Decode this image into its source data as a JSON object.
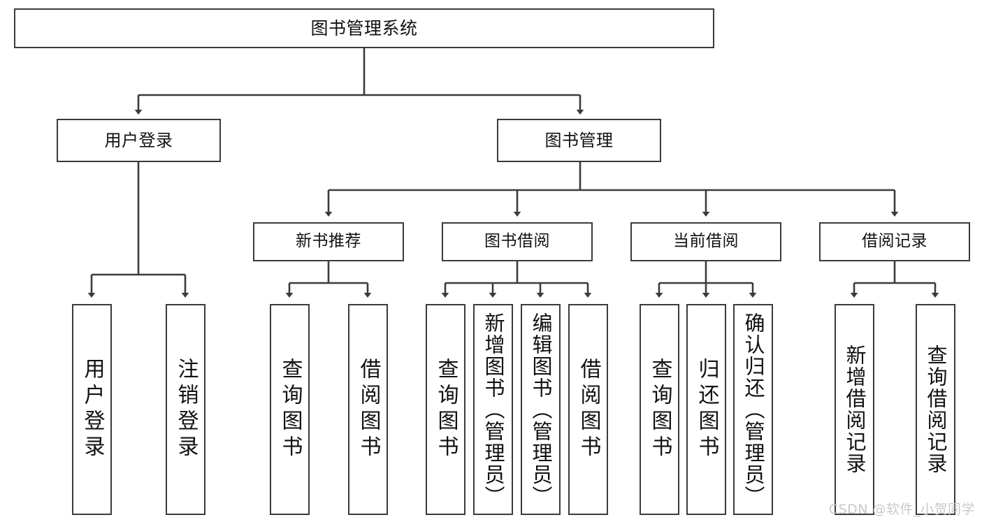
{
  "diagram": {
    "title": "图书管理系统",
    "type": "hierarchy-tree",
    "colors": {
      "background": "#ffffff",
      "box_border": "#3b3b3b",
      "box_fill": "#ffffff",
      "connector": "#3b3b3b",
      "text": "#111111",
      "watermark": "#c9c9c9"
    },
    "root": {
      "label": "图书管理系统"
    },
    "level1": [
      {
        "label": "用户登录"
      },
      {
        "label": "图书管理"
      }
    ],
    "level2": [
      {
        "label": "新书推荐"
      },
      {
        "label": "图书借阅"
      },
      {
        "label": "当前借阅"
      },
      {
        "label": "借阅记录"
      }
    ],
    "leaves": {
      "user_login": [
        {
          "label": "用户登录"
        },
        {
          "label": "注销登录"
        }
      ],
      "new_book_recommend": [
        {
          "label": "查询图书"
        },
        {
          "label": "借阅图书"
        }
      ],
      "book_borrow": [
        {
          "label": "查询图书"
        },
        {
          "label": "新增图书（管理员）"
        },
        {
          "label": "编辑图书（管理员）"
        },
        {
          "label": "借阅图书"
        }
      ],
      "current_borrow": [
        {
          "label": "查询图书"
        },
        {
          "label": "归还图书"
        },
        {
          "label": "确认归还（管理员）"
        }
      ],
      "borrow_record": [
        {
          "label": "新增借阅记录"
        },
        {
          "label": "查询借阅记录"
        }
      ]
    }
  },
  "watermark": {
    "text": "CSDN @软件_小贺同学"
  }
}
